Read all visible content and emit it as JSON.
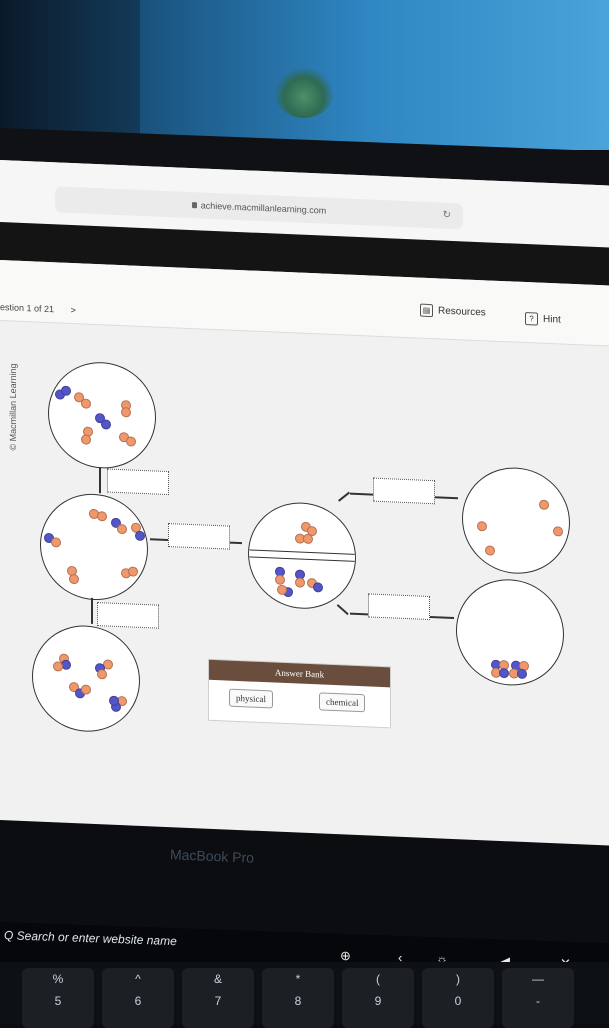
{
  "browser": {
    "url": "achieve.macmillanlearning.com"
  },
  "header": {
    "resources_label": "Resources",
    "hint_label": "Hint",
    "question_nav": "estion 1 of 21",
    "next_arrow": ">"
  },
  "sidebar": {
    "copyright": "© Macmillan Learning"
  },
  "answer_bank": {
    "title": "Answer Bank",
    "options": [
      "physical",
      "chemical"
    ]
  },
  "laptop": {
    "brand_label": "MacBook Pro"
  },
  "touchbar": {
    "search_placeholder": "Q Search or enter website name",
    "icons": [
      "new-tab-icon",
      "back-icon",
      "brightness-icon",
      "volume-icon",
      "mute-icon"
    ]
  },
  "keyboard": {
    "keys": [
      {
        "top": "%",
        "bottom": "5"
      },
      {
        "top": "^",
        "bottom": "6"
      },
      {
        "top": "&",
        "bottom": "7"
      },
      {
        "top": "*",
        "bottom": "8"
      },
      {
        "top": "(",
        "bottom": "9"
      },
      {
        "top": ")",
        "bottom": "0"
      },
      {
        "top": "—",
        "bottom": "-"
      }
    ]
  },
  "colors": {
    "atom_orange": "#f0986c",
    "atom_blue": "#5455c8",
    "answer_bank_header": "#6a4d3c"
  }
}
